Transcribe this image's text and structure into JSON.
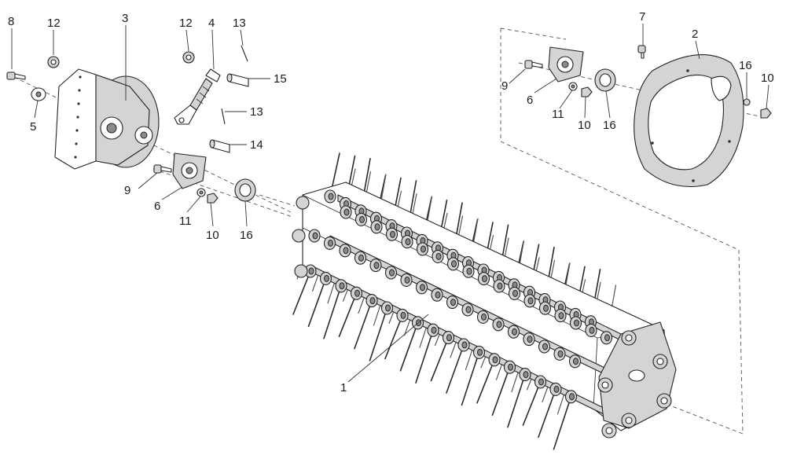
{
  "diagram": {
    "callouts": [
      {
        "id": "c8",
        "label": "8"
      },
      {
        "id": "c12a",
        "label": "12"
      },
      {
        "id": "c3",
        "label": "3"
      },
      {
        "id": "c12b",
        "label": "12"
      },
      {
        "id": "c4",
        "label": "4"
      },
      {
        "id": "c13a",
        "label": "13"
      },
      {
        "id": "c15",
        "label": "15"
      },
      {
        "id": "c5",
        "label": "5"
      },
      {
        "id": "c13b",
        "label": "13"
      },
      {
        "id": "c14",
        "label": "14"
      },
      {
        "id": "c9a",
        "label": "9"
      },
      {
        "id": "c6a",
        "label": "6"
      },
      {
        "id": "c11a",
        "label": "11"
      },
      {
        "id": "c10a",
        "label": "10"
      },
      {
        "id": "c16a",
        "label": "16"
      },
      {
        "id": "c1",
        "label": "1"
      },
      {
        "id": "c7",
        "label": "7"
      },
      {
        "id": "c2",
        "label": "2"
      },
      {
        "id": "c9b",
        "label": "9"
      },
      {
        "id": "c6b",
        "label": "6"
      },
      {
        "id": "c11b",
        "label": "11"
      },
      {
        "id": "c10b",
        "label": "10"
      },
      {
        "id": "c16b",
        "label": "16"
      },
      {
        "id": "c16c",
        "label": "16"
      },
      {
        "id": "c10c",
        "label": "10"
      }
    ]
  }
}
